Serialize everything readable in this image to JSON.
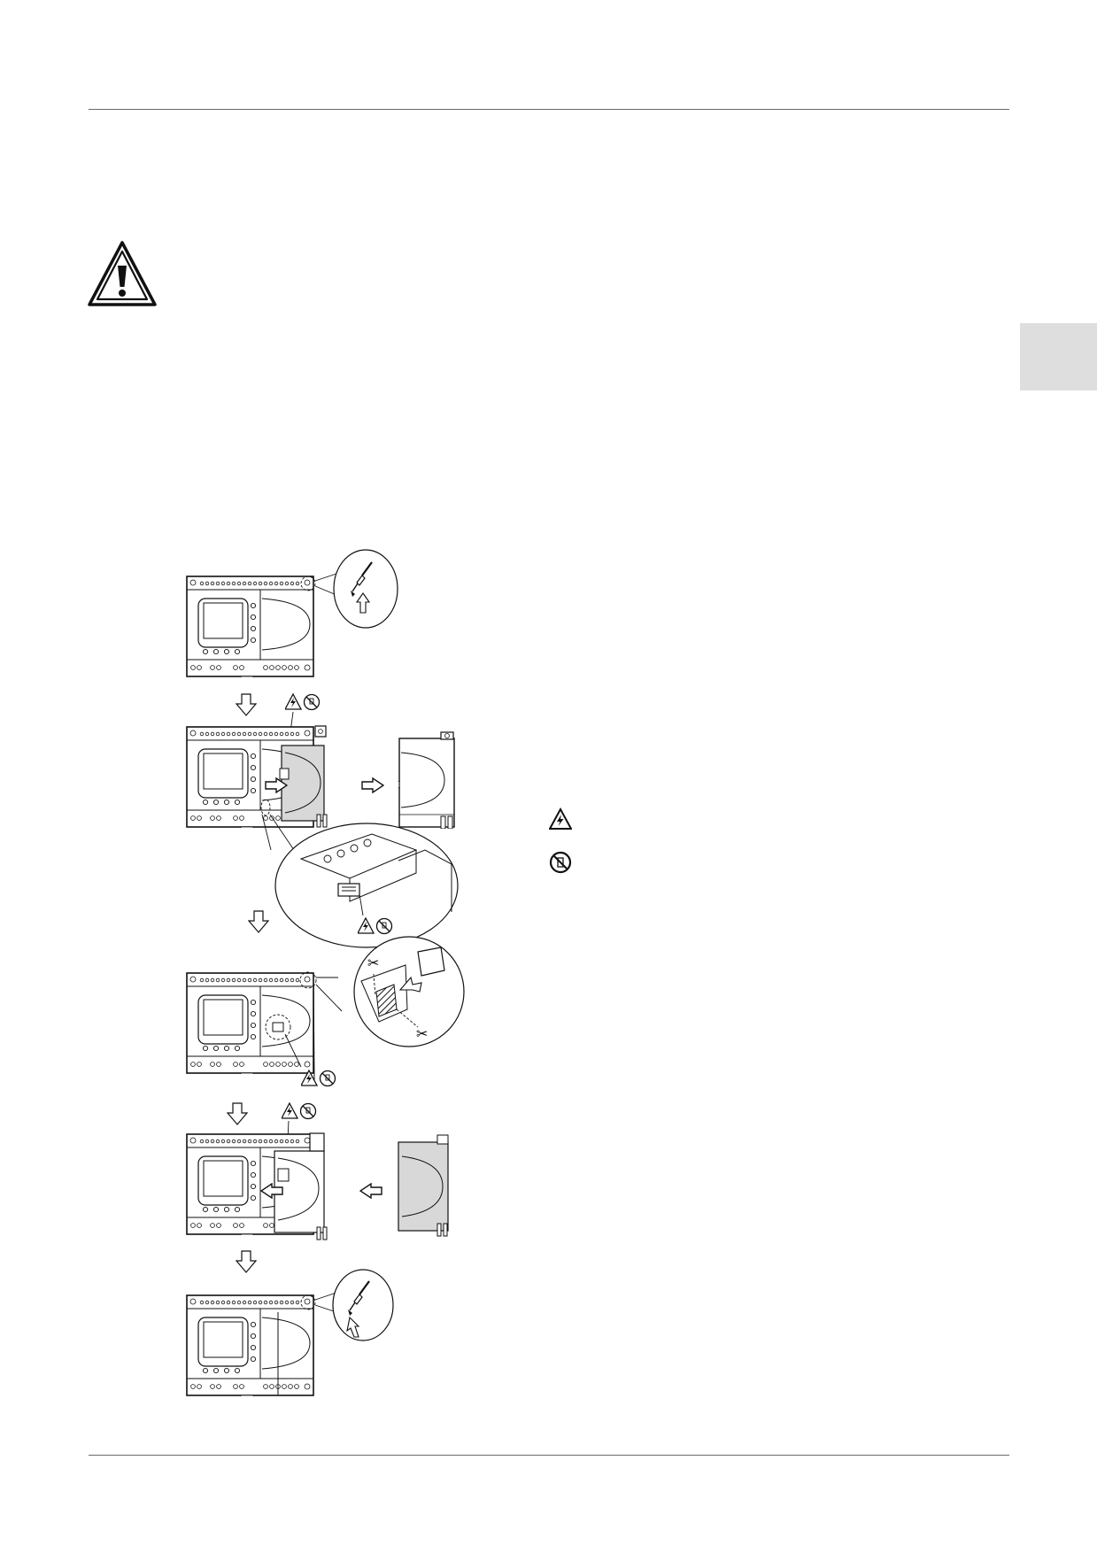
{
  "page": {
    "tab_color": "#dedede",
    "rule_color": "#6a6a6a"
  },
  "icons": {
    "main_warning": "warning-triangle-icon",
    "legend_shock": "electric-shock-warning-icon",
    "legend_prohibited": "no-spray-prohibition-icon"
  },
  "figure": {
    "steps": [
      "remove-screw",
      "slide-off-cover",
      "cut-cover-tab",
      "attach-expansion-module",
      "refit-screw"
    ]
  }
}
